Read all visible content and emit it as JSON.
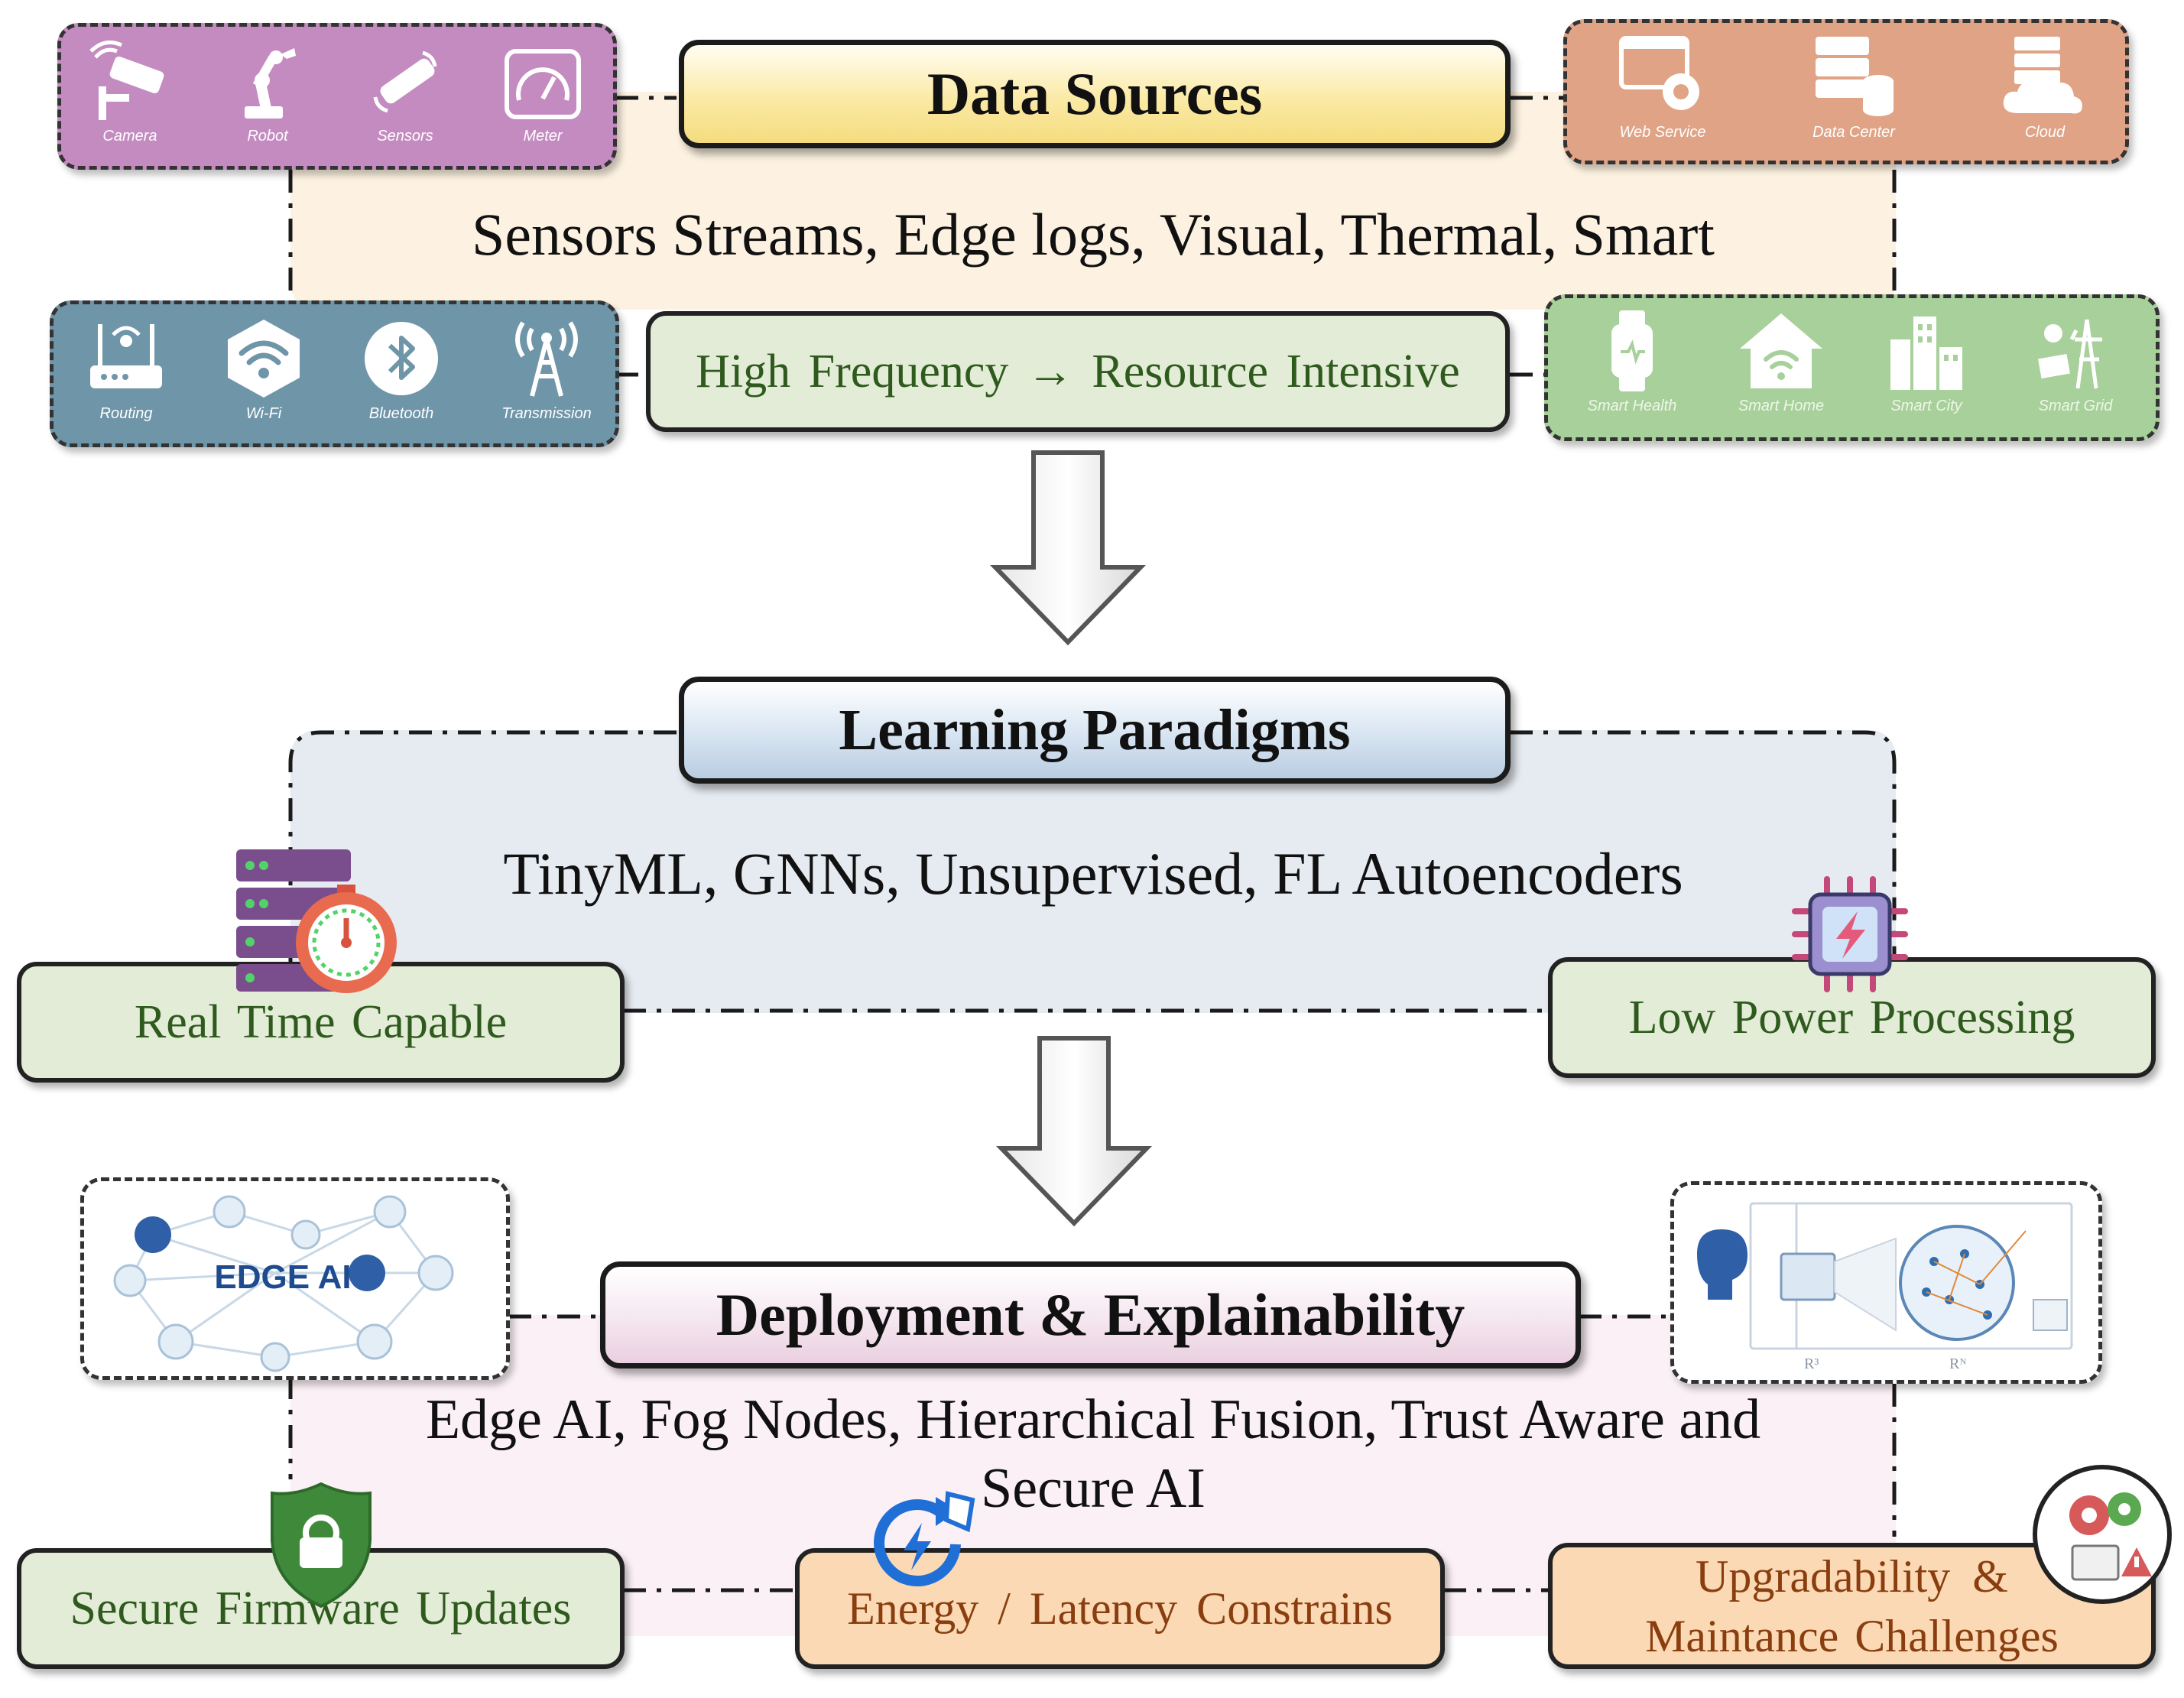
{
  "sections": {
    "data_sources": {
      "title": "Data Sources",
      "description": "Sensors Streams, Edge logs, Visual, Thermal, Smart",
      "highlight": "High Frequency → Resource Intensive"
    },
    "learning_paradigms": {
      "title": "Learning Paradigms",
      "description": "TinyML, GNNs, Unsupervised, FL Autoencoders",
      "left_box": "Real Time Capable",
      "right_box": "Low Power Processing"
    },
    "deployment": {
      "title": "Deployment & Explainability",
      "description_line1": "Edge AI, Fog Nodes, Hierarchical Fusion, Trust Aware and",
      "description_line2": "Secure AI",
      "box_left": "Secure Firmware Updates",
      "box_center": "Energy / Latency Constrains",
      "box_right_line1": "Upgradability &",
      "box_right_line2": "Maintance Challenges",
      "edge_ai_label": "EDGE AI",
      "space_label_1": "R³",
      "space_label_2": "Rᴺ"
    }
  },
  "icon_groups": {
    "devices": {
      "color": "#c48bc0",
      "items": [
        {
          "icon": "camera-icon",
          "label": "Camera"
        },
        {
          "icon": "robot-arm-icon",
          "label": "Robot"
        },
        {
          "icon": "sensor-icon",
          "label": "Sensors"
        },
        {
          "icon": "meter-icon",
          "label": "Meter"
        }
      ]
    },
    "services": {
      "color": "#e0a385",
      "items": [
        {
          "icon": "web-service-icon",
          "label": "Web Service"
        },
        {
          "icon": "data-center-icon",
          "label": "Data Center"
        },
        {
          "icon": "cloud-icon",
          "label": "Cloud"
        }
      ]
    },
    "connectivity": {
      "color": "#6f95a8",
      "items": [
        {
          "icon": "router-icon",
          "label": "Routing"
        },
        {
          "icon": "wifi-icon",
          "label": "Wi-Fi"
        },
        {
          "icon": "bluetooth-icon",
          "label": "Bluetooth"
        },
        {
          "icon": "transmission-tower-icon",
          "label": "Transmission"
        }
      ]
    },
    "smart": {
      "color": "#a8d09a",
      "items": [
        {
          "icon": "smart-watch-icon",
          "label": "Smart Health"
        },
        {
          "icon": "smart-home-icon",
          "label": "Smart Home"
        },
        {
          "icon": "smart-city-icon",
          "label": "Smart City"
        },
        {
          "icon": "smart-grid-icon",
          "label": "Smart Grid"
        }
      ]
    }
  },
  "colors": {
    "data_sources_bg": "#fdf2e1",
    "learning_bg": "#e6ebf1",
    "deployment_bg": "#fbf0f6",
    "green_box": "#e3ecd6",
    "orange_box": "#fad9b4"
  }
}
